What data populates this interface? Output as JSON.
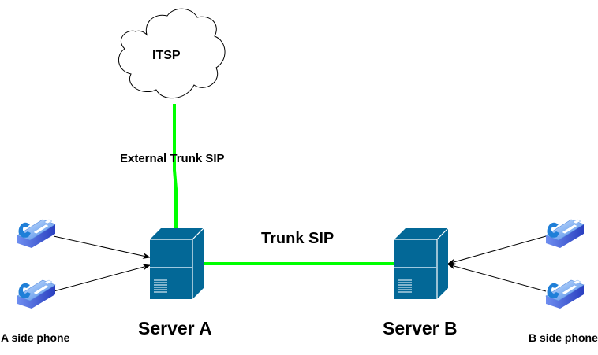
{
  "diagram": {
    "cloud": {
      "label": "ITSP"
    },
    "links": {
      "external": {
        "label": "External Trunk SIP",
        "color": "#00ff00"
      },
      "trunk": {
        "label": "Trunk SIP",
        "color": "#00ff00"
      }
    },
    "servers": [
      {
        "id": "server-a",
        "label": "Server A",
        "color": "#036897"
      },
      {
        "id": "server-b",
        "label": "Server B",
        "color": "#036897"
      }
    ],
    "phone_groups": [
      {
        "id": "a-side",
        "label": "A side phone",
        "count": 2
      },
      {
        "id": "b-side",
        "label": "B side phone",
        "count": 2
      }
    ]
  }
}
